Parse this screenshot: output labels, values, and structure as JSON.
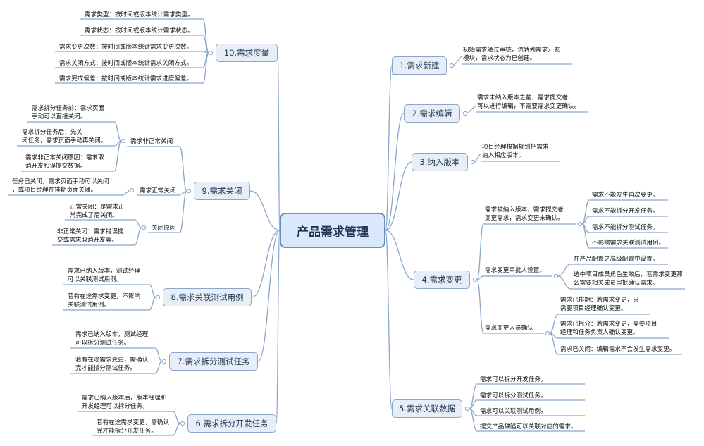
{
  "center": "产品需求管理",
  "branches": {
    "b1": {
      "label": "1.需求新建",
      "leaves": [
        "初始需求通过审核，流转到需求开发\n模块，需求状态为已创建。"
      ]
    },
    "b2": {
      "label": "2.需求编辑",
      "leaves": [
        "需求未纳入版本之前，需求提交者\n可以进行编辑，不需要需求变更确认。"
      ]
    },
    "b3": {
      "label": "3.纳入版本",
      "leaves": [
        "项目经理根据规划把需求\n纳入相应版本。"
      ]
    },
    "b4": {
      "label": "4.需求变更",
      "subs": [
        {
          "label": "需求被纳入版本，需求提交者\n变更需求，需求变更未确认。",
          "leaves": [
            "需求不能发生再次变更。",
            "需求不能拆分开发任务。",
            "需求不能拆分测试任务。",
            "不影响需求关联测试用例。"
          ]
        },
        {
          "label": "需求变更审批人设置。",
          "leaves": [
            "在产品配置之高级配置中设置。",
            "选中项目成员角色生效后，若需求变更那\n么需要相关成员审批确认需求。"
          ]
        },
        {
          "label": "需求变更人员确认",
          "leaves": [
            "需求已排期：若需求变更，只\n需要项目经理确认变更。",
            "需求已拆分：若需求变更，需要项目\n经理和任务负责人确认变更。",
            "需求已关闭：编辑需求不会发生需求变更。"
          ]
        }
      ]
    },
    "b5": {
      "label": "5.需求关联数据",
      "leaves": [
        "需求可以拆分开发任务。",
        "需求可以拆分测试任务。",
        "需求可以关联测试用例。",
        "提交产品缺陷可以关联对应的需求。"
      ]
    },
    "b6": {
      "label": "6.需求拆分开发任务",
      "leaves": [
        "需求已纳入版本后，版本经理和\n开发经理可以拆分任务。",
        "若有在途需求变更，需确认\n完才能拆分开发任务。"
      ]
    },
    "b7": {
      "label": "7.需求拆分测试任务",
      "leaves": [
        "需求已纳入版本，测试经理\n可以拆分测试任务。",
        "若有在途需求变更，需确认\n完才能拆分测试任务。"
      ]
    },
    "b8": {
      "label": "8.需求关联测试用例",
      "leaves": [
        "需求已纳入版本，测试经理\n可以关联测试用例。",
        "若有在途需求变更，不影响\n关联测试用例。"
      ]
    },
    "b9": {
      "label": "9.需求关闭",
      "subs": [
        {
          "label": "需求非正常关闭",
          "leaves": [
            "需求拆分任务前：需求页面\n手动可以直接关闭。",
            "需求拆分任务后：先关\n闭任务，需求页面手动再关闭。",
            "需求非正常关闭原因：需求取\n消开发和误提交数据。"
          ]
        },
        {
          "label": "需求正常关闭",
          "leaves": [
            "任务已关闭，需求页面手动可以关闭\n，或项目经理在排期页面关闭。"
          ]
        },
        {
          "label": "关闭原因",
          "leaves": [
            "正常关闭：是需求正\n常完成了后关闭。",
            "非正常关闭：需求错误提\n交或需求取消开发等。"
          ]
        }
      ]
    },
    "b10": {
      "label": "10.需求度量",
      "leaves": [
        "需求类型：按时间或版本统计需求类型。",
        "需求状态：按时间或版本统计需求状态。",
        "需求变更次数：按时间或版本统计需求变更次数。",
        "需求关闭方式：按时间或版本统计需求关闭方式。",
        "需求完成偏差：按时间或版本统计需求进度偏差。"
      ]
    }
  },
  "colors": {
    "line": "#8ba6c9",
    "node_fill": "#e8eef7",
    "center_fill": "#dae8fc",
    "center_border": "#6c8ebf"
  }
}
